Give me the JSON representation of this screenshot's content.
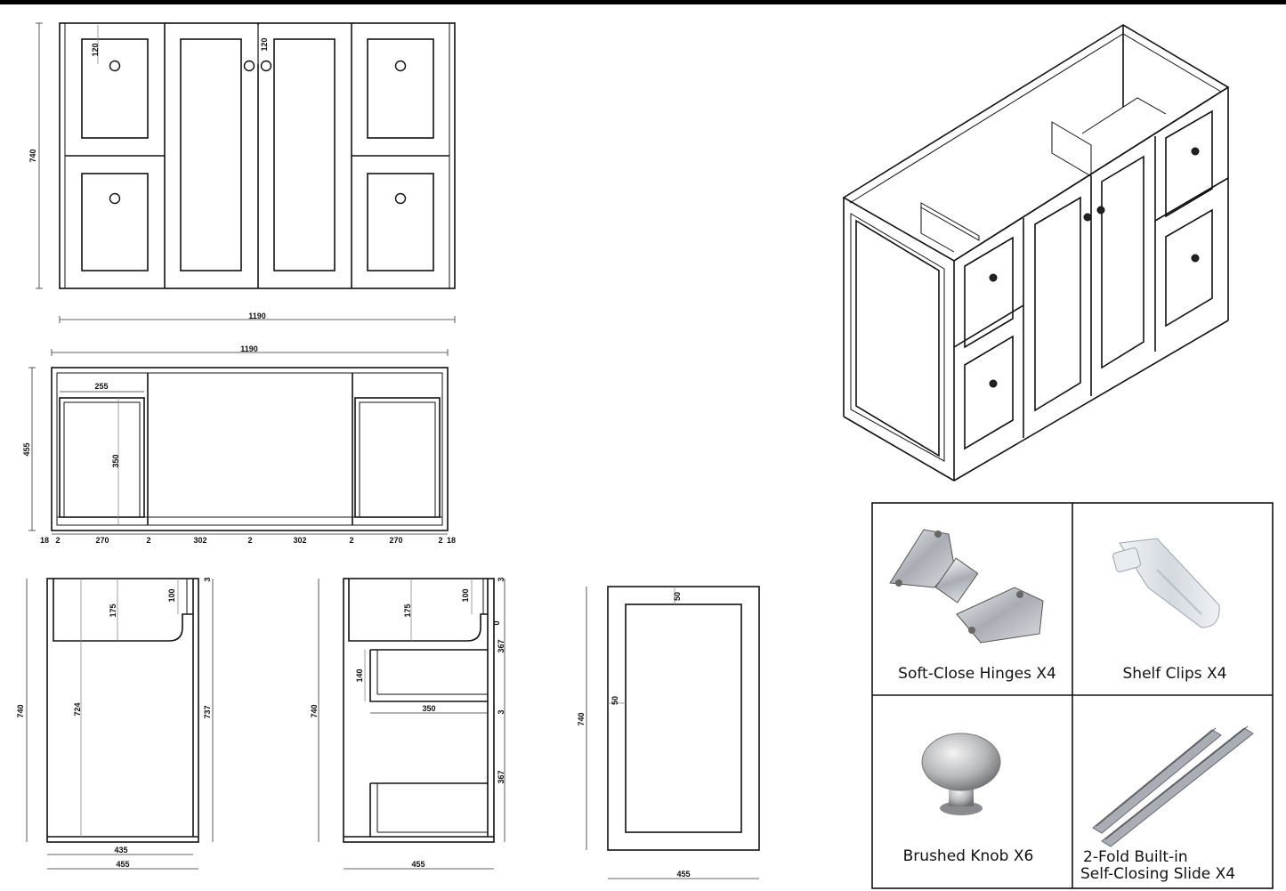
{
  "front_elevation": {
    "width_label": "1190",
    "height_label": "740",
    "knob_offset_left": "120",
    "knob_offset_center": "120"
  },
  "top_plan": {
    "width_label": "1190",
    "depth_label": "455",
    "compartment_width": "255",
    "inner_depth": "350",
    "bottom_dims": [
      "18",
      "2",
      "270",
      "2",
      "302",
      "2",
      "302",
      "2",
      "270",
      "2",
      "18"
    ]
  },
  "side_section_1": {
    "height": "740",
    "inner_height": "724",
    "right_height": "737",
    "top_rail": "175",
    "notch": "100",
    "inner_depth": "435",
    "depth": "455",
    "edge": "3"
  },
  "side_section_2": {
    "height": "740",
    "top_rail": "175",
    "notch": "100",
    "drawer_height": "140",
    "drawer_depth": "350",
    "upper_space": "367",
    "lower_space": "367",
    "depth": "455",
    "edge_top": "3",
    "edge_mid": "3",
    "gap": "0"
  },
  "side_panel": {
    "height": "740",
    "frame_top": "50",
    "frame_side": "50",
    "depth": "455"
  },
  "hardware": [
    {
      "label": "Soft-Close Hinges X4",
      "icon": "hinge-icon"
    },
    {
      "label": "Shelf Clips X4",
      "icon": "shelf-clip-icon"
    },
    {
      "label": "Brushed Knob X6",
      "icon": "knob-icon"
    },
    {
      "label": "2-Fold Built-in",
      "label2": "Self-Closing Slide X4",
      "icon": "drawer-slide-icon"
    }
  ]
}
